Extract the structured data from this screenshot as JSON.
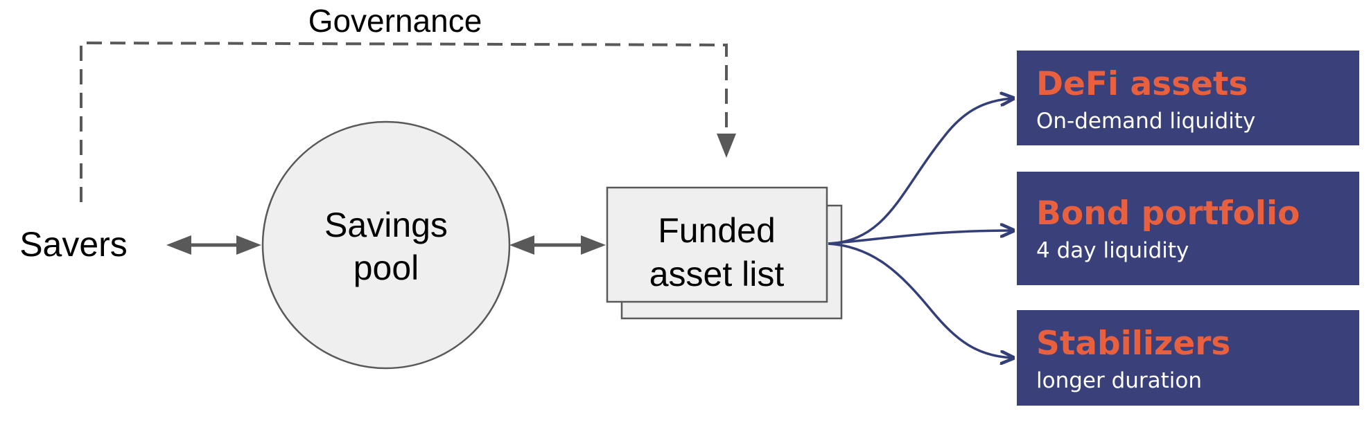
{
  "governance": {
    "label": "Governance"
  },
  "savers": {
    "label": "Savers"
  },
  "savings_pool": {
    "line1": "Savings",
    "line2": "pool"
  },
  "funded_asset_list": {
    "line1": "Funded",
    "line2": "asset list"
  },
  "destinations": [
    {
      "title": "DeFi assets",
      "subtitle": "On-demand liquidity"
    },
    {
      "title": "Bond portfolio",
      "subtitle": "4 day liquidity"
    },
    {
      "title": "Stabilizers",
      "subtitle": "longer duration"
    }
  ],
  "colors": {
    "box_fill": "#39407a",
    "title_text": "#e9603f",
    "subtitle_text": "#ffffff",
    "flow_stroke": "#343f7a",
    "connector_gray": "#595959",
    "node_fill": "#efefef",
    "node_stroke": "#595959"
  }
}
